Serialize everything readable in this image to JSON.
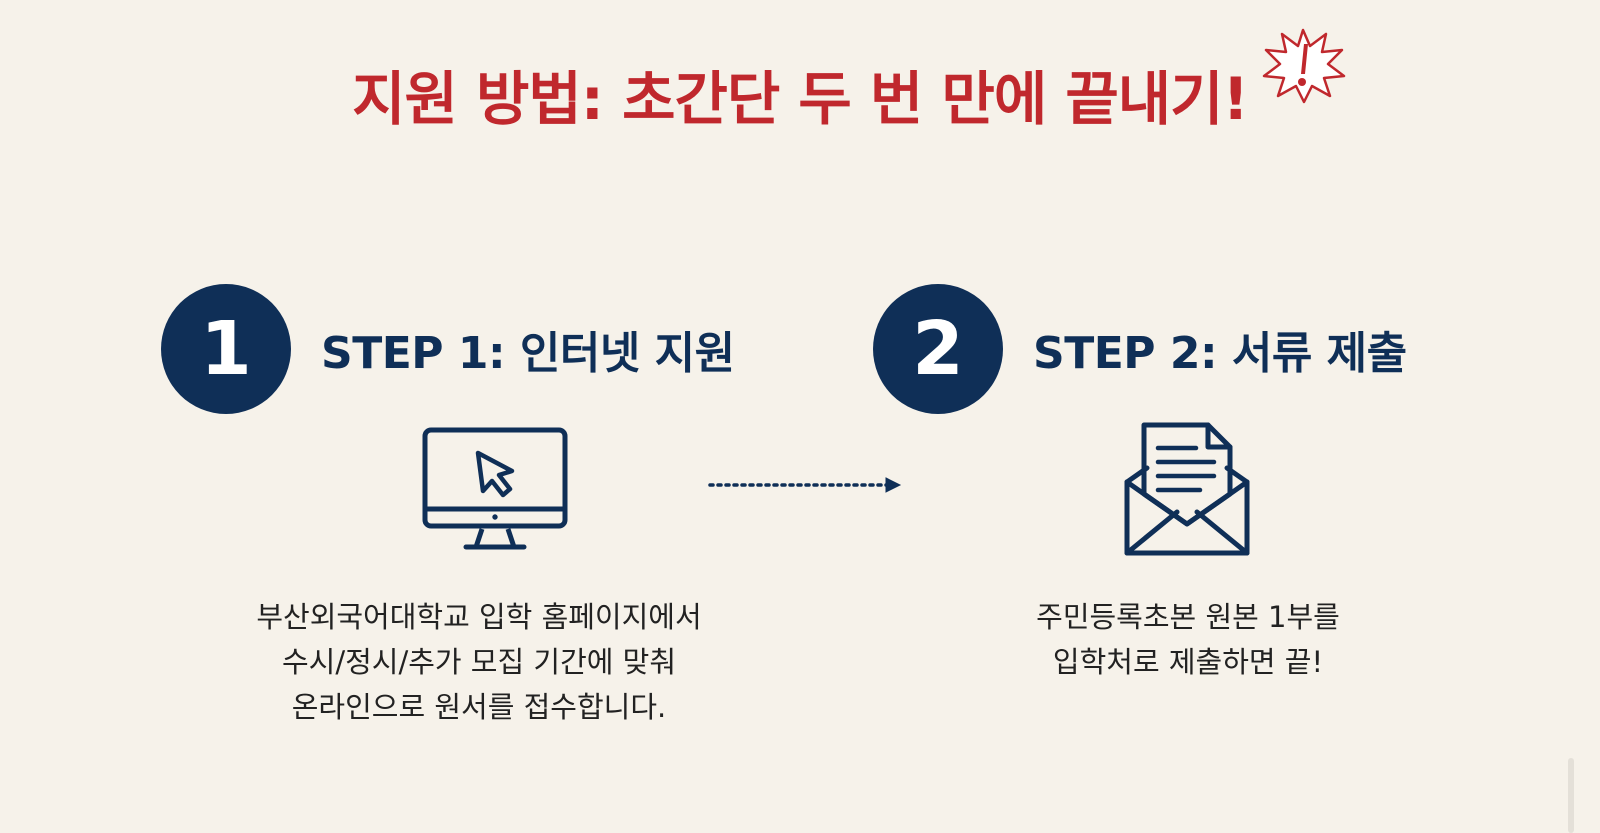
{
  "colors": {
    "background": "#f6f2ea",
    "title_red": "#c0282d",
    "navy": "#0f2f57",
    "text": "#222222"
  },
  "header": {
    "title": "지원 방법: 초간단 두 번 만에 끝내기!",
    "badge_icon": "exclamation-burst-icon"
  },
  "steps": [
    {
      "number": "1",
      "title": "STEP 1: 인터넷 지원",
      "icon": "monitor-cursor-icon",
      "description": [
        "부산외국어대학교 입학 홈페이지에서",
        "수시/정시/추가 모집 기간에 맞춰",
        "온라인으로 원서를 접수합니다."
      ]
    },
    {
      "number": "2",
      "title": "STEP 2: 서류 제출",
      "icon": "envelope-document-icon",
      "description": [
        "주민등록초본 원본 1부를",
        "입학처로 제출하면 끝!"
      ]
    }
  ],
  "connector_icon": "dotted-arrow-right-icon"
}
